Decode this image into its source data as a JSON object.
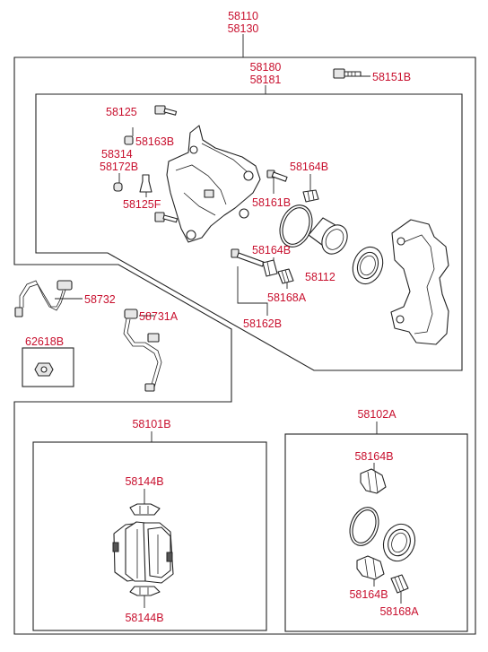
{
  "labels": {
    "top_1": "58110",
    "top_2": "58130",
    "carrier_1": "58180",
    "carrier_2": "58181",
    "bolt_top": "58151B",
    "p58125": "58125",
    "p58163B": "58163B",
    "p58314": "58314",
    "p58172B": "58172B",
    "p58125F": "58125F",
    "p58164B_a": "58164B",
    "p58161B": "58161B",
    "p58164B_b": "58164B",
    "p58112": "58112",
    "p58168A_a": "58168A",
    "p58162B": "58162B",
    "p58732": "58732",
    "p58731A": "58731A",
    "p62618B": "62618B",
    "p58101B": "58101B",
    "p58144B_a": "58144B",
    "p58144B_b": "58144B",
    "p58102A": "58102A",
    "p58164B_c": "58164B",
    "p58164B_d": "58164B",
    "p58168A_b": "58168A"
  }
}
